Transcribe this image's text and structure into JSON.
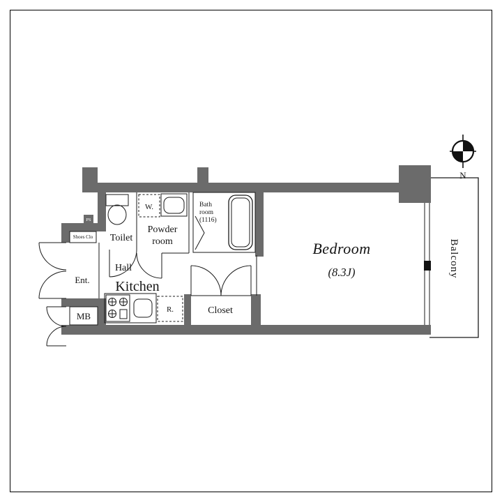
{
  "compass": {
    "north_label": "N"
  },
  "rooms": {
    "bedroom": {
      "name": "Bedroom",
      "size": "(8.3J)"
    },
    "balcony": {
      "name": "Balcony"
    },
    "closet": {
      "name": "Closet"
    },
    "kitchen": {
      "name": "Kitchen"
    },
    "hall": {
      "name": "Hall"
    },
    "toilet": {
      "name": "Toilet"
    },
    "powder_room": {
      "line1": "Powder",
      "line2": "room"
    },
    "bath_room": {
      "line1": "Bath",
      "line2": "room",
      "line3": "(1116)"
    },
    "entrance": {
      "name": "Ent."
    },
    "meter_box": {
      "name": "MB"
    },
    "shoes_closet": {
      "name": "Shoes Clo"
    },
    "pipe_space": {
      "name": "PS"
    }
  },
  "fixtures": {
    "washing_machine_label": "W.",
    "refrigerator_label": "R."
  },
  "colors": {
    "wall": "#6b6b6b",
    "line": "#1a1a1a",
    "background": "#ffffff"
  }
}
